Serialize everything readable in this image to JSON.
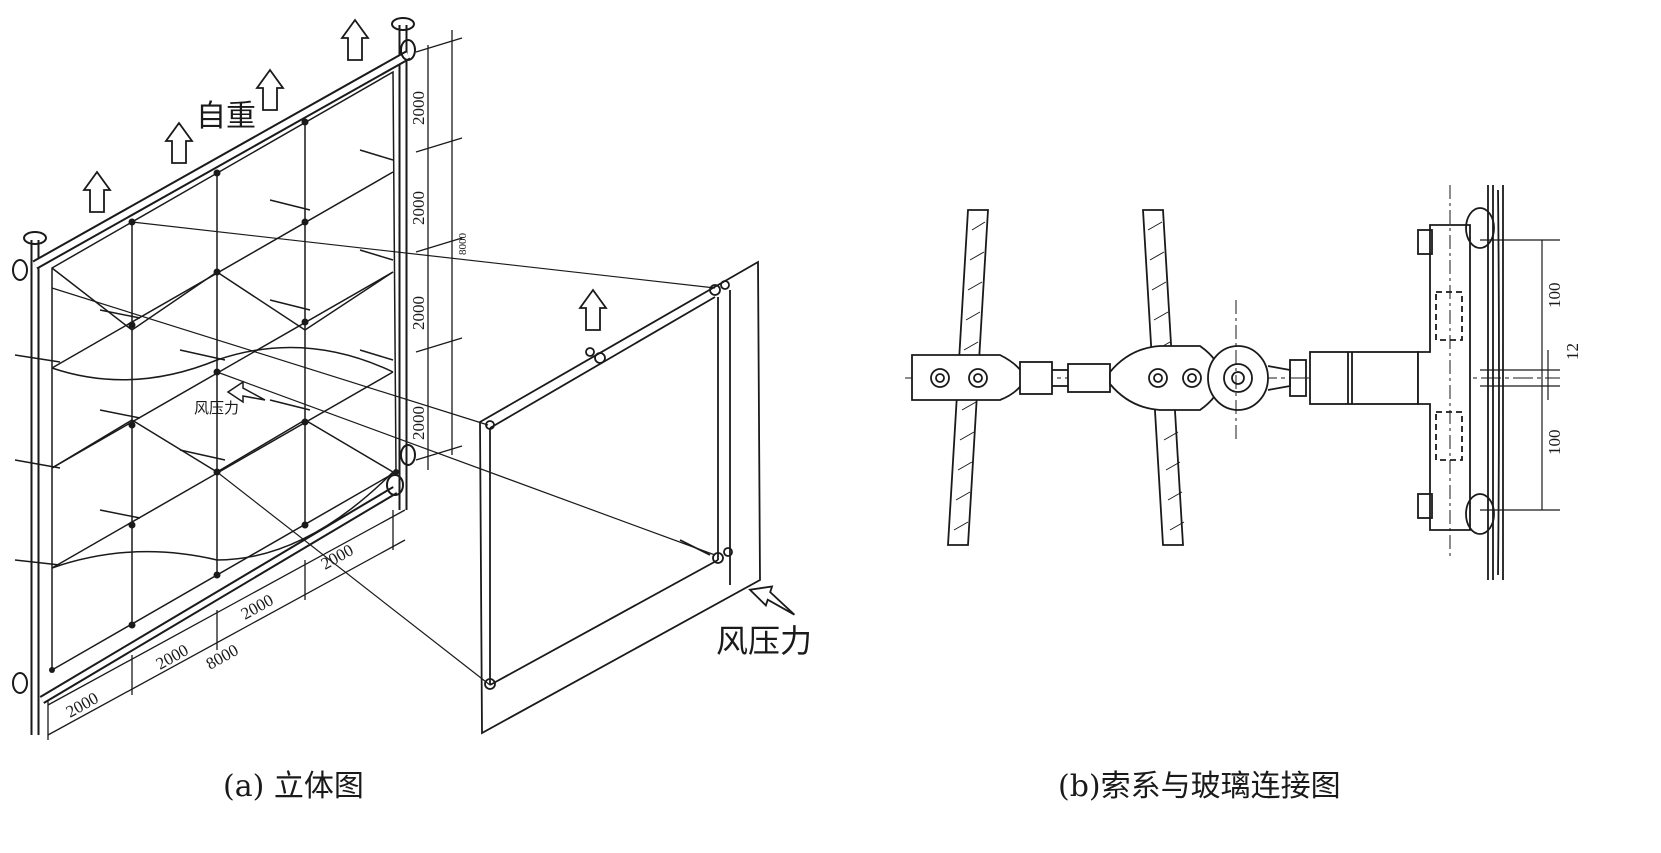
{
  "panel_a": {
    "caption": "(a) 立体图",
    "label_self_weight": "自重",
    "label_wind_small": "风压力",
    "label_wind_large": "风压力",
    "dim_height_segments": [
      "2000",
      "2000",
      "2000",
      "2000"
    ],
    "dim_height_total": "8000",
    "dim_width_segments": [
      "2000",
      "2000",
      "2000",
      "2000"
    ],
    "dim_width_total": "8000"
  },
  "panel_b": {
    "caption": "(b)索系与玻璃连接图",
    "dim_upper": "100",
    "dim_lower": "100",
    "dim_gap": "12"
  },
  "colors": {
    "ink": "#1a1a1a",
    "background": "#ffffff"
  }
}
